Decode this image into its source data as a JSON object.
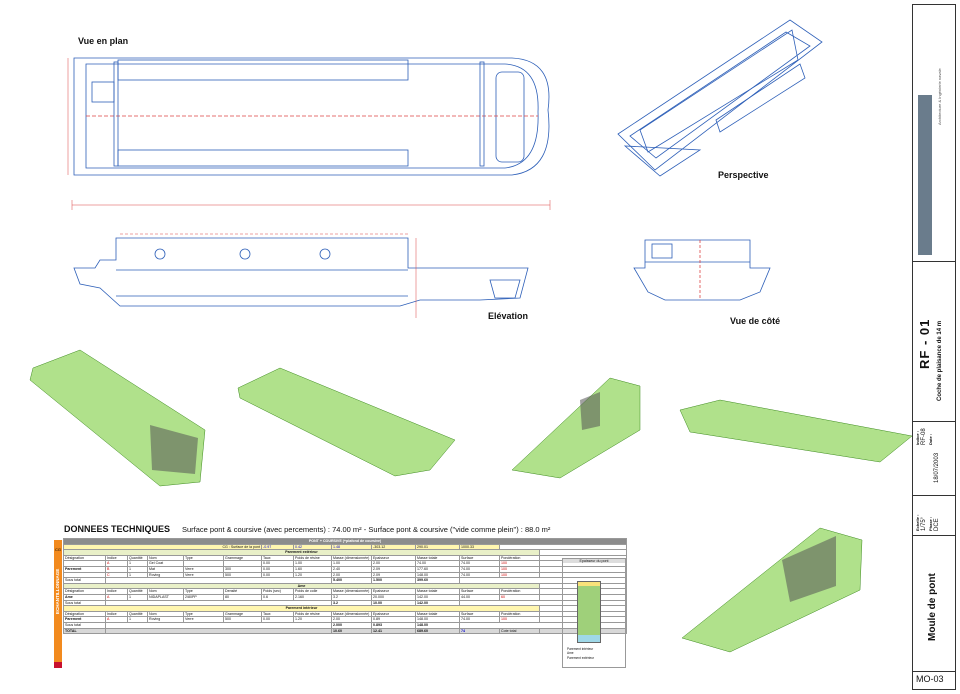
{
  "views": {
    "plan": "Vue en plan",
    "perspective": "Perspective",
    "elevation": "Elévation",
    "side": "Vue de côté"
  },
  "tech": {
    "title": "DONNEES TECHNIQUES",
    "summary": "Surface pont & coursive  (avec percements) : 74.00 m² - Surface pont & coursive (\"vide comme plein\") : 88.0 m²",
    "table_title": "PONT + COURSIVE (+plafond de coursive)",
    "side_label": "ECHANTILLONNAGE",
    "side_label_top": "CG",
    "cg_label": "CG : Surface de la pont",
    "cg_values": [
      "-0.97",
      "0.42",
      "1.48",
      "-303.12",
      "290.01",
      "1000.33"
    ],
    "section_ext": "Parement extérieur",
    "section_core": "Ame",
    "section_int": "Parement intérieur",
    "col_designation": "Désignation",
    "col_indice": "Indice",
    "col_quantite": "Quantité",
    "col_nom": "Nom",
    "col_type": "Type",
    "col_grammage": "Grammage",
    "col_taux": "Taux",
    "col_poids_resine": "Poids de résine",
    "col_masse_dim": "Masse (dimensionnée)",
    "col_epaisseur": "Epaisseur",
    "col_masse_totale": "Masse totale",
    "col_surface": "Surface",
    "col_pond": "Pondération",
    "col_densite": "Densité",
    "col_poids_sec": "Poids (sec)",
    "col_poids_colle": "Poids de colle",
    "row_parement": "Parement",
    "row_ame": "Ame",
    "row_sous_total": "Sous total",
    "row_total": "TOTAL",
    "ext_rows": [
      {
        "indice": "A",
        "q": "1",
        "nom": "Gel Coat",
        "type": "",
        "gram": "",
        "taux": "0.00",
        "resine": "1.00",
        "masse": "1.00",
        "ep": "2.00",
        "mt": "74.00",
        "surf": "74.00",
        "pond": "100"
      },
      {
        "indice": "B",
        "q": "1",
        "nom": "Mat",
        "type": "Verre",
        "gram": "300",
        "taux": "0.00",
        "resine": "1.60",
        "masse": "2.40",
        "ep": "2.09",
        "mt": "177.60",
        "surf": "74.00",
        "pond": "100"
      },
      {
        "indice": "C",
        "q": "1",
        "nom": "Roving",
        "type": "Verre",
        "gram": "500",
        "taux": "0.00",
        "resine": "1.20",
        "masse": "2.00",
        "ep": "2.09",
        "mt": "148.00",
        "surf": "74.00",
        "pond": "100"
      }
    ],
    "ext_sub": [
      "5.400",
      "1.500",
      "399.60"
    ],
    "core_row": {
      "indice": "A",
      "q": "1",
      "nom": "NIDAPLAST",
      "type": "2/80PP",
      "dens": "80",
      "sec": "0.6",
      "colle": "2.160",
      "masse": "3.2",
      "ep": "20.000",
      "mt": "142.00",
      "surf": "44.00",
      "pond": "60"
    },
    "core_sub": [
      "3.2",
      "10.00",
      "142.00"
    ],
    "int_row": {
      "indice": "A",
      "q": "1",
      "nom": "Roving",
      "type": "Verre",
      "gram": "500",
      "taux": "0.00",
      "resine": "1.20",
      "masse": "2.00",
      "ep": "0.89",
      "mt": "148.00",
      "surf": "74.00",
      "pond": "100"
    },
    "int_sub": [
      "2.000",
      "0.893",
      "148.00"
    ],
    "total": [
      "10.60",
      "12.41",
      "689.60",
      "74",
      "Cote total"
    ],
    "epaisseur_title": "Epaisseur du pont",
    "legend": [
      "Parement intérieur",
      "Ame",
      "Parement extérieur"
    ],
    "colors": {
      "header": "#8c8c8c",
      "section": "#e9f0c8",
      "side": "#f28a1e",
      "red": "#c8102e",
      "green": "#2fb24a"
    }
  },
  "titleblock": {
    "company": "Architecture & Ingénierie navale",
    "project_code": "RF - 01",
    "project_name": "Coche de plaisance de 14 m",
    "indice_label": "Indice :",
    "indice": "RF-08",
    "date_label": "Date :",
    "date": "18/07/2003",
    "echelle_label": "Echelle :",
    "echelle": "1/75°",
    "phase_label": "Phase :",
    "phase": "DCE",
    "drawing_title": "Moule de pont",
    "drawing_number": "MO-03"
  }
}
